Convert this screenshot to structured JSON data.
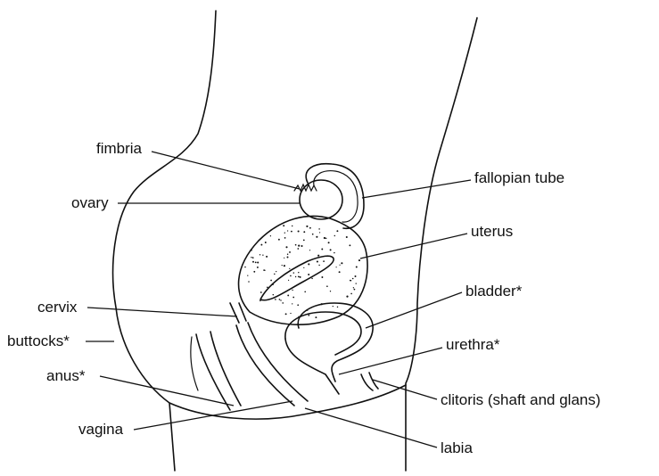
{
  "labels": {
    "fimbria": "fimbria",
    "ovary": "ovary",
    "fallopian_tube": "fallopian tube",
    "uterus": "uterus",
    "cervix": "cervix",
    "bladder": "bladder*",
    "buttocks": "buttocks*",
    "urethra": "urethra*",
    "anus": "anus*",
    "clitoris": "clitoris  (shaft and glans)",
    "vagina": "vagina",
    "labia": "labia"
  }
}
